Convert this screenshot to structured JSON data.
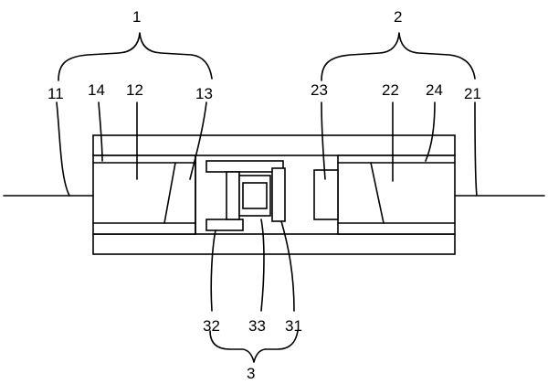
{
  "labels": {
    "group_1": "1",
    "group_2": "2",
    "group_3": "3",
    "ref_11": "11",
    "ref_14": "14",
    "ref_12": "12",
    "ref_13": "13",
    "ref_23": "23",
    "ref_22": "22",
    "ref_24": "24",
    "ref_21": "21",
    "ref_32": "32",
    "ref_33": "33",
    "ref_31": "31"
  }
}
